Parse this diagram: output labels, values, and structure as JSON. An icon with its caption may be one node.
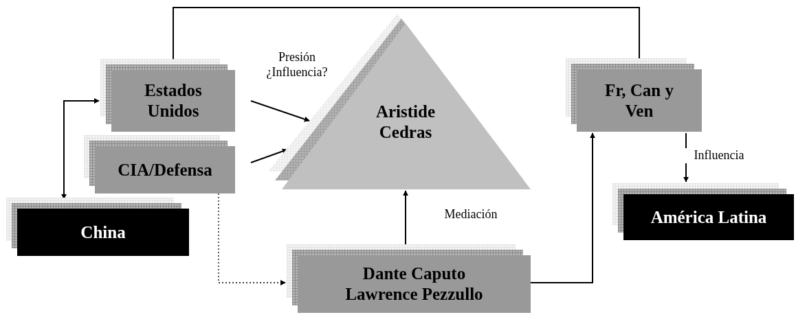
{
  "diagram": {
    "nodes": [
      {
        "text": [
          "Estados Unidos"
        ]
      },
      {
        "text": [
          "CIA/Defensa"
        ]
      },
      {
        "text": [
          "Aristide Cedras"
        ]
      },
      {
        "text": [
          "Fr, Can y Ven"
        ]
      },
      {
        "text": [
          "China"
        ]
      },
      {
        "text": [
          "América Latina"
        ]
      },
      {
        "text": [
          "Dante Caputo Lawrence Pezzullo"
        ]
      }
    ],
    "edges": [
      {
        "from": 4,
        "to": 0,
        "arrow": "both"
      },
      {
        "from": 0,
        "to": 2,
        "arrow": "to",
        "label": "Presión ¿Influencia?"
      },
      {
        "from": 1,
        "to": 2,
        "arrow": "to"
      },
      {
        "from": 0,
        "to": 3,
        "arrow": "none"
      },
      {
        "from": 1,
        "to": 6,
        "arrow": "to",
        "style": "dashed"
      },
      {
        "from": 6,
        "to": 2,
        "arrow": "to",
        "label": "Mediación"
      },
      {
        "from": 6,
        "to": 3,
        "arrow": "to"
      },
      {
        "from": 3,
        "to": 5,
        "arrow": "to",
        "label": "Influencia"
      }
    ]
  }
}
